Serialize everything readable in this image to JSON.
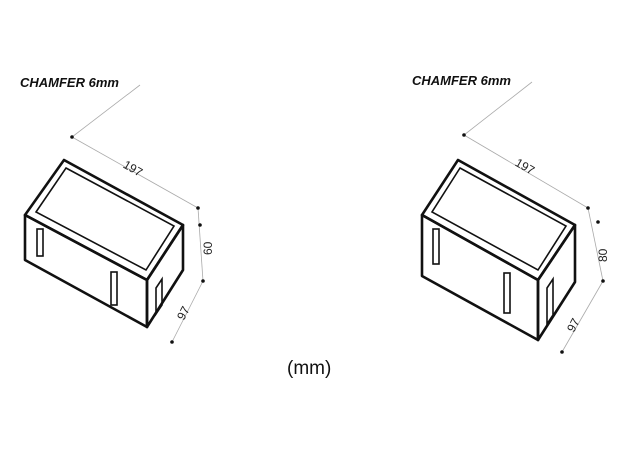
{
  "left_block": {
    "label": "CHAMFER 6mm",
    "length": "197",
    "height": "60",
    "width": "97"
  },
  "right_block": {
    "label": "CHAMFER 6mm",
    "length": "197",
    "height": "80",
    "width": "97"
  },
  "unit_label": "(mm)"
}
